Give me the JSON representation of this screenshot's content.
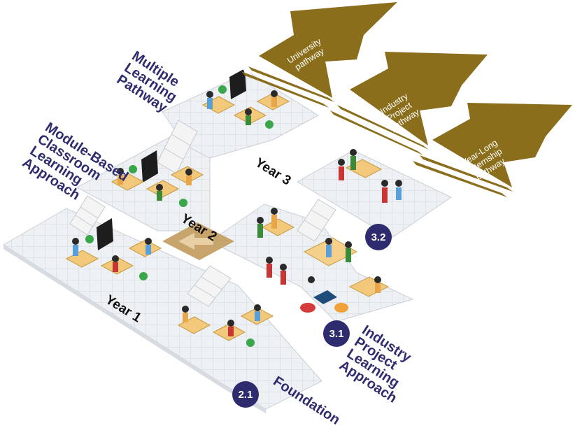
{
  "labels": {
    "module_based": [
      "Module-Based",
      "Classroom",
      "Learning",
      "Approach"
    ],
    "multiple_pathway": [
      "Multiple",
      "Learning",
      "Pathway"
    ],
    "industry_project": [
      "Industry",
      "Project",
      "Learning",
      "Approach"
    ],
    "foundation": "Foundation"
  },
  "years": {
    "year1": "Year 1",
    "year2": "Year 2",
    "year3": "Year 3"
  },
  "badges": {
    "b21": "2.1",
    "b31": "3.1",
    "b32": "3.2"
  },
  "pathways": {
    "university": [
      "University",
      "pathway"
    ],
    "industry": [
      "Industry",
      "Project",
      "pathway"
    ],
    "internship": [
      "Year-Long",
      "Internship",
      "pathway"
    ]
  },
  "colors": {
    "navy": "#2e2c6e",
    "gold": "#8a6e1c",
    "floor": "#eceff2",
    "grid": "#d3d8de",
    "desk": "#f2c97a",
    "stairs": "#f4f4f4"
  }
}
